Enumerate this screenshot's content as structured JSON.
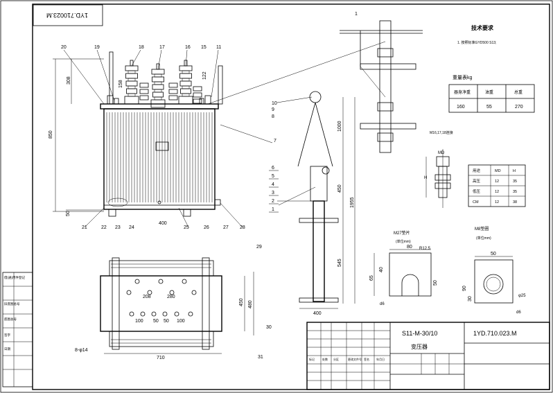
{
  "drawing": {
    "title_block": {
      "model": "S11-M-30/10",
      "name": "变压器",
      "code": "1YD.710.023.M",
      "company": ""
    },
    "top_left_code": "1YD.710023.M",
    "tech_req_title": "技术要求",
    "tech_req_note": "1. 按照标准GYD500 S13;",
    "weight_title": "重量表kg",
    "weight_table": {
      "headers": [
        "器身净重",
        "油重",
        "总重"
      ],
      "values": [
        "160",
        "55",
        "270"
      ]
    },
    "bolt_note": "M16,17,18连接",
    "bolt_table": {
      "headers": [
        "用途",
        "MD",
        "H"
      ],
      "rows": [
        [
          "高压",
          "12",
          "35"
        ],
        [
          "低压",
          "12",
          "35"
        ],
        [
          "CM",
          "12",
          "38"
        ]
      ]
    },
    "callouts": [
      "1",
      "2",
      "3",
      "4",
      "5",
      "6",
      "7",
      "8",
      "9",
      "10",
      "11",
      "15",
      "16",
      "17",
      "18",
      "19",
      "20",
      "21",
      "22",
      "23",
      "24",
      "25",
      "26",
      "27",
      "28",
      "29",
      "30",
      "31"
    ],
    "dims": {
      "d850": "850",
      "d308": "308",
      "d158": "158",
      "d122": "122",
      "d50": "50",
      "d400": "400",
      "d710": "710",
      "d208": "208",
      "d280": "280",
      "d100a": "100",
      "d50a": "50",
      "d50b": "50",
      "d100b": "100",
      "d480": "480",
      "d450v": "450",
      "d1000": "1000",
      "d450": "450",
      "d545": "545",
      "d1955": "1955",
      "d400b": "400",
      "d80": "80",
      "d65": "65",
      "d40": "40",
      "d50c": "50",
      "d30": "30",
      "d90": "90",
      "d50d": "50",
      "r125": "R12.5",
      "phi25": "φ25",
      "holes": "8-φ14",
      "md": "MD",
      "h": "H",
      "d6a": "d6",
      "d6b": "d6"
    },
    "section_labels": {
      "clamp": "M27垫片",
      "clamp_sub": "(单位mm)",
      "base": "M8垫圈",
      "base_sub": "(单位mm)"
    },
    "left_strip": [
      "借(通)用件登记",
      "旧底图总号",
      "底图总号",
      "签字",
      "日期"
    ],
    "title_rows": [
      "标记",
      "处数",
      "分区",
      "更改文件号",
      "签名",
      "年月日"
    ]
  }
}
